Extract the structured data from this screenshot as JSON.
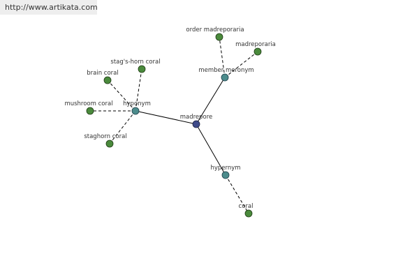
{
  "header": {
    "url": "http://www.artikata.com"
  },
  "colors": {
    "center_node": "#3f4b8a",
    "relation_node": "#4c8c8c",
    "leaf_node": "#4a8a3c",
    "edge": "#000000",
    "background": "#ffffff"
  },
  "graph": {
    "center": {
      "label": "madrepore"
    },
    "relations": [
      {
        "label": "member meronym"
      },
      {
        "label": "hyponym"
      },
      {
        "label": "hypernym"
      }
    ],
    "leaves": [
      {
        "label": "order madreporaria"
      },
      {
        "label": "madreporaria"
      },
      {
        "label": "stag's-horn coral"
      },
      {
        "label": "brain coral"
      },
      {
        "label": "mushroom coral"
      },
      {
        "label": "staghorn coral"
      },
      {
        "label": "coral"
      }
    ]
  }
}
